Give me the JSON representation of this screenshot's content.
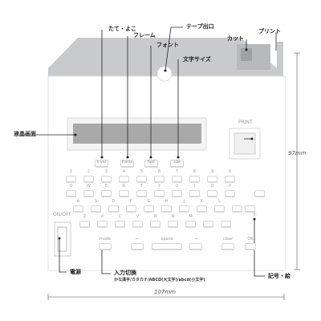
{
  "labels": {
    "tate_yoko": "たて・よこ",
    "frame": "フレーム",
    "font": "フォント",
    "tape_exit": "テープ出口",
    "moji_size": "文字サイズ",
    "cut": "カット",
    "print": "プリント",
    "lcd": "液晶画面",
    "power": "電源",
    "input_switch": "入力切換",
    "input_switch_sub": "かな漢字/カタカナ/ABCD(大文字)/abcd(小文字)",
    "symbol": "記号・絵"
  },
  "dimensions": {
    "height": "97mm",
    "width": "107mm"
  },
  "device": {
    "print_label": "PRINT",
    "onoff_label": "ON/OFF",
    "func_buttons": [
      "h-ver",
      "frame",
      "font",
      "size"
    ],
    "row1": [
      "1",
      "2",
      "3",
      "4",
      "5",
      "6",
      "7",
      "8",
      "9",
      "0"
    ],
    "row2": [
      "Q",
      "W",
      "E",
      "R",
      "T",
      "Y",
      "U",
      "I",
      "O",
      "P"
    ],
    "row3": [
      "A",
      "S",
      "D",
      "F",
      "G",
      "H",
      "J",
      "K",
      "L",
      ""
    ],
    "row4": [
      "Z",
      "X",
      "C",
      "V",
      "B",
      "N",
      "M",
      "",
      ""
    ],
    "mode": "mode",
    "left_arrow": "←",
    "space": "space",
    "right_arrow": "→",
    "clear": "clear",
    "ok": "OK"
  },
  "colors": {
    "roof": "#c9cacb",
    "body": "#ffffff",
    "lcd": "#a9a9a9",
    "line": "#222222"
  }
}
